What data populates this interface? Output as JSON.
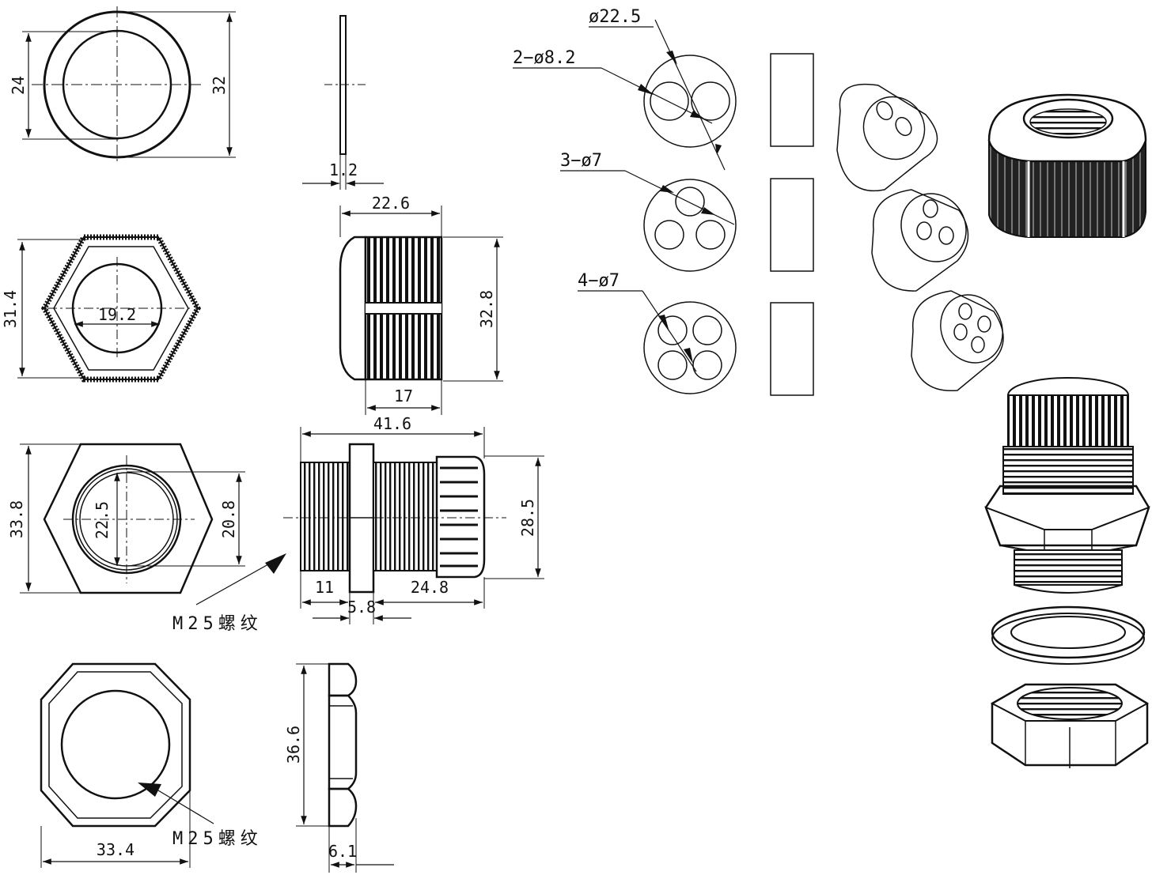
{
  "washer": {
    "inner_dia": "24",
    "outer_dia": "32",
    "thickness": "1.2"
  },
  "cap_nut": {
    "width": "22.6",
    "height": "32.8",
    "grip_width": "17",
    "outer_dia": "31.4",
    "hole_dia": "19.2"
  },
  "body": {
    "length": "41.6",
    "hex_width": "33.8",
    "bore_dia": "22.5",
    "thread_dia": "20.8",
    "dome_dia": "28.5",
    "thread_len": "11",
    "flange": "5.8",
    "shank_len": "24.8",
    "thread_note": "M25螺纹"
  },
  "lock_nut": {
    "width": "33.4",
    "height": "36.6",
    "thickness": "6.1",
    "thread_note": "M25螺纹"
  },
  "seals": {
    "outer_dia": "ø22.5",
    "two_hole": "2−ø8.2",
    "three_hole": "3−ø7",
    "four_hole": "4−ø7"
  }
}
